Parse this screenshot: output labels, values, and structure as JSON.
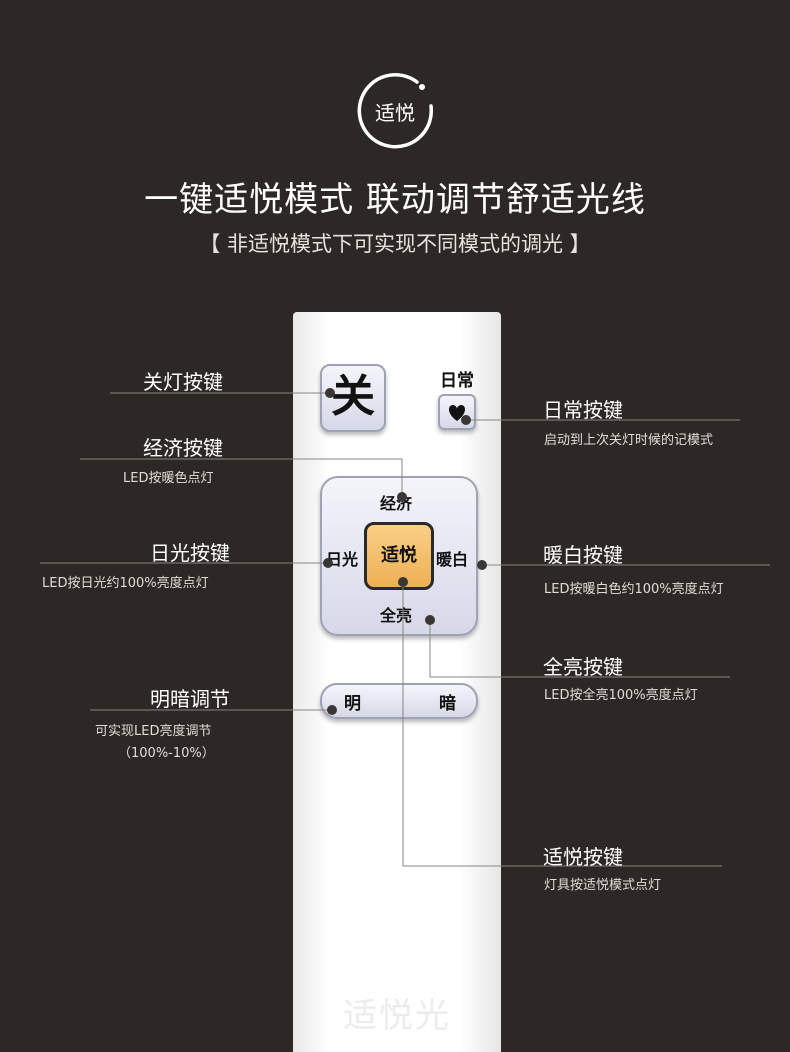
{
  "logo_text": "适悦",
  "headline": "一键适悦模式 联动调节舒适光线",
  "subline": "【 非适悦模式下可实现不同模式的调光 】",
  "brand": "适悦光",
  "remote": {
    "off": "关",
    "daily": "日常",
    "pad": {
      "top": "经济",
      "left": "日光",
      "center": "适悦",
      "right": "暖白",
      "bottom": "全亮"
    },
    "dim": {
      "left": "明",
      "right": "暗"
    }
  },
  "callouts": {
    "off": {
      "title": "关灯按键"
    },
    "eco": {
      "title": "经济按键",
      "desc": "LED按暖色点灯"
    },
    "sun": {
      "title": "日光按键",
      "desc": "LED按日光约100%亮度点灯"
    },
    "dim": {
      "title": "明暗调节",
      "desc": "可实现LED亮度调节",
      "desc2": "（100%-10%）"
    },
    "daily": {
      "title": "日常按键",
      "desc": "启动到上次关灯时候的记模式"
    },
    "warm": {
      "title": "暖白按键",
      "desc": "LED按暖白色约100%亮度点灯"
    },
    "full": {
      "title": "全亮按键",
      "desc": "LED按全亮100%亮度点灯"
    },
    "comfort": {
      "title": "适悦按键",
      "desc": "灯具按适悦模式点灯"
    }
  },
  "colors": {
    "background": "#2d2825",
    "center_key": "#f2bc66",
    "key_face": "#e4e6f1"
  }
}
